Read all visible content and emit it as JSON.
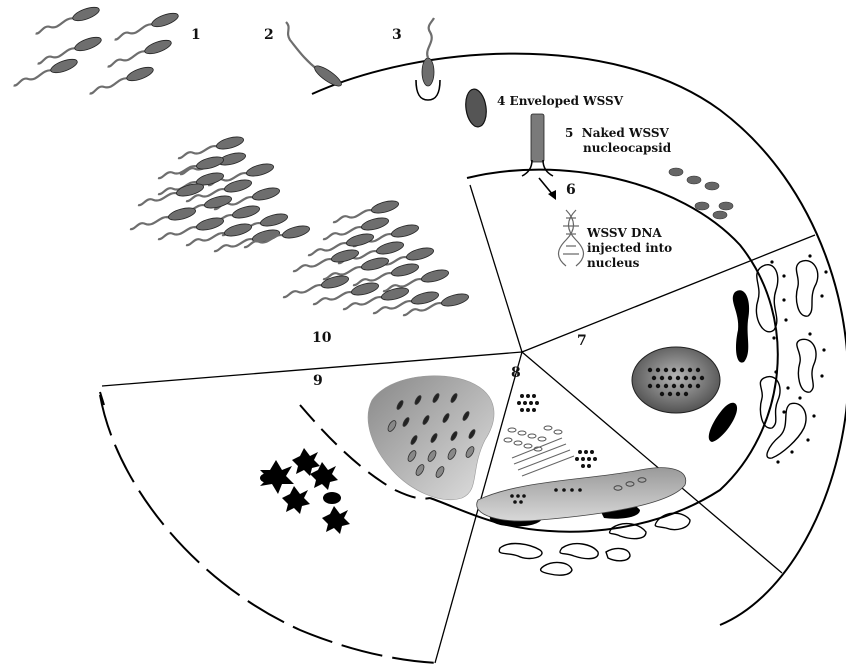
{
  "colors": {
    "line": "#000000",
    "virus": "#6e6e6e",
    "virus_dark": "#3a3a3a",
    "nucleus_fill": "#8a8a8a",
    "background": "#ffffff"
  },
  "labels": {
    "step1": "1",
    "step2": "2",
    "step3": "3",
    "step4": {
      "num": "4",
      "text": "Enveloped WSSV"
    },
    "step5": {
      "num": "5",
      "line1": "Naked WSSV",
      "line2": "nucleocapsid"
    },
    "step6": {
      "num": "6",
      "line1": "WSSV DNA",
      "line2": "injected into",
      "line3": "nucleus"
    },
    "step7": "7",
    "step8": "8",
    "step9": "9",
    "step10": "10"
  }
}
